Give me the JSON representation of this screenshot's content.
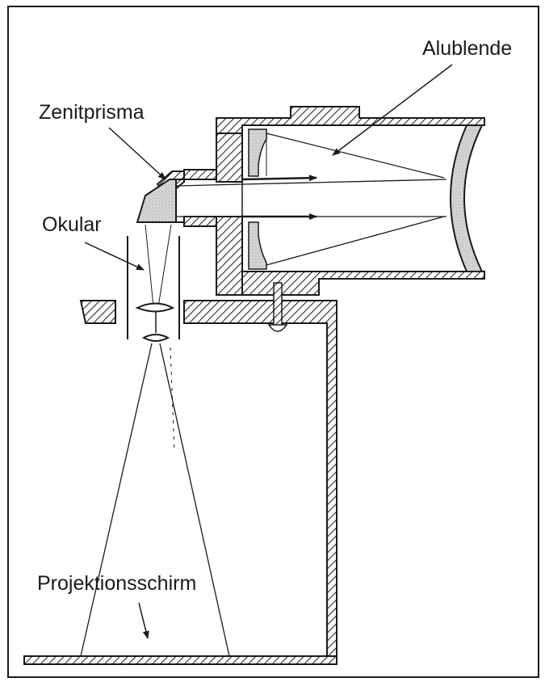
{
  "labels": {
    "alublende": "Alublende",
    "zenitprisma": "Zenitprisma",
    "okular": "Okular",
    "projektionsschirm": "Projektionsschirm"
  },
  "colors": {
    "ink": "#1a1a1a",
    "stipple": "#d4d4d4",
    "background": "#ffffff"
  }
}
